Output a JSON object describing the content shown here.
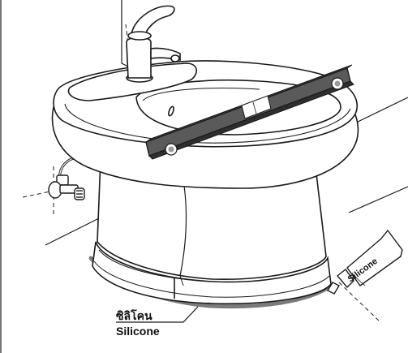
{
  "callout": {
    "thai": "ซิลิโคน",
    "english": "Silicone"
  },
  "tube_label": "Silicone",
  "colors": {
    "line": "#1a1a1a",
    "level_body": "#5a5a5a",
    "silicone_bead": "#7a7a7a",
    "fill": "#ffffff"
  }
}
